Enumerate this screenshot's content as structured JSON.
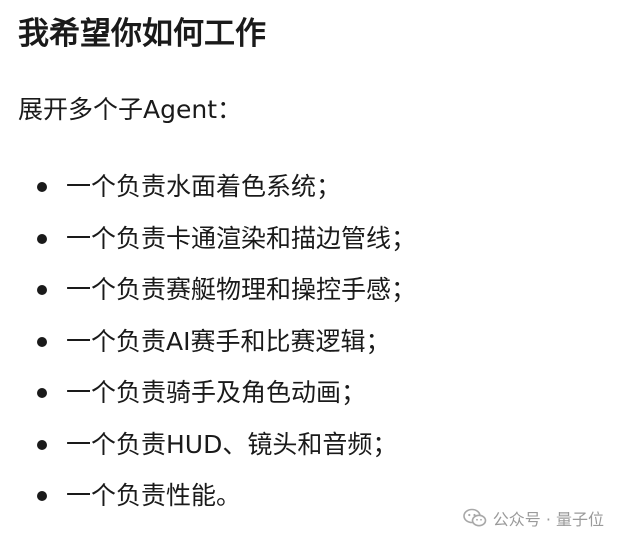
{
  "heading": "我希望你如何工作",
  "intro": "展开多个子Agent：",
  "tasks": [
    "一个负责水面着色系统；",
    "一个负责卡通渲染和描边管线；",
    "一个负责赛艇物理和操控手感；",
    "一个负责AI赛手和比赛逻辑；",
    "一个负责骑手及角色动画；",
    "一个负责HUD、镜头和音频；",
    "一个负责性能。"
  ],
  "watermark": {
    "icon": "wechat-icon",
    "text": "公众号 · 量子位"
  }
}
